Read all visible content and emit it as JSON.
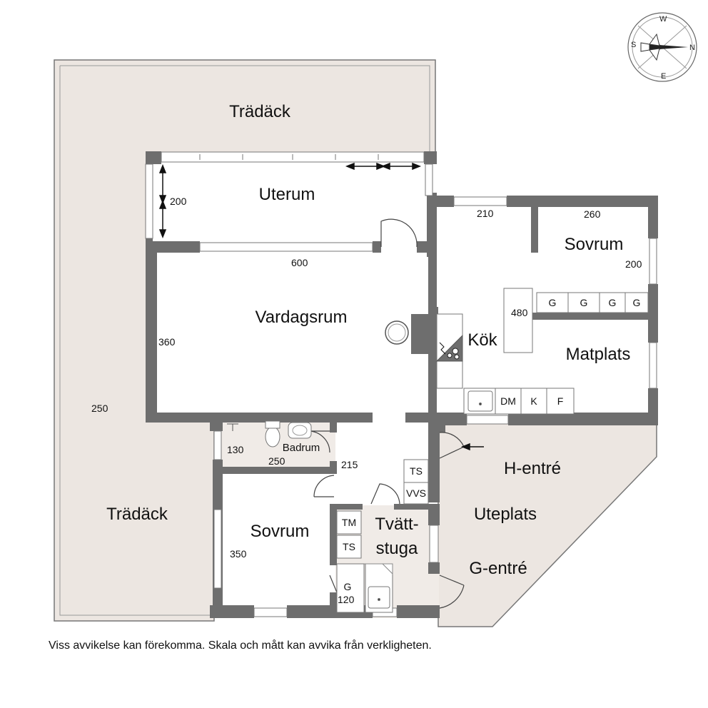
{
  "rooms": {
    "tradack_top": "Trädäck",
    "uterum": "Uterum",
    "vardagsrum": "Vardagsrum",
    "sovrum_1": "Sovrum",
    "kok": "Kök",
    "matplats": "Matplats",
    "badrum": "Badrum",
    "tradack_left": "Trädäck",
    "sovrum_2": "Sovrum",
    "tvattstuga_1": "Tvätt-",
    "tvattstuga_2": "stuga",
    "h_entre": "H-entré",
    "uteplats": "Uteplats",
    "g_entre": "G-entré"
  },
  "dimensions": {
    "uterum_height": "200",
    "uterum_width": "600",
    "kitchen_top": "210",
    "sovrum_width": "260",
    "sovrum_height": "200",
    "kitchen_length": "480",
    "vardagsrum_height": "360",
    "deck_depth": "250",
    "badrum_height": "130",
    "badrum_width": "250",
    "hall_width": "215",
    "sovrum2_height": "350",
    "closet_width": "120"
  },
  "fixtures": {
    "wardrobe_a": "G",
    "wardrobe_b": "G",
    "wardrobe_c": "G",
    "wardrobe_d": "G",
    "dishwasher": "DM",
    "fridge": "K",
    "freezer": "F",
    "ts_hall": "TS",
    "vvs": "VVS",
    "tm": "TM",
    "ts_laundry": "TS",
    "closet_g": "G"
  },
  "compass": {
    "n": "N",
    "s": "S",
    "e": "E",
    "w": "W"
  },
  "disclaimer": "Viss avvikelse kan förekomma. Skala och mått kan avvika från verkligheten.",
  "colors": {
    "wall": "#6e6e6e",
    "deck": "#ece6e1",
    "floor": "#ffffff",
    "outline": "#555555"
  }
}
